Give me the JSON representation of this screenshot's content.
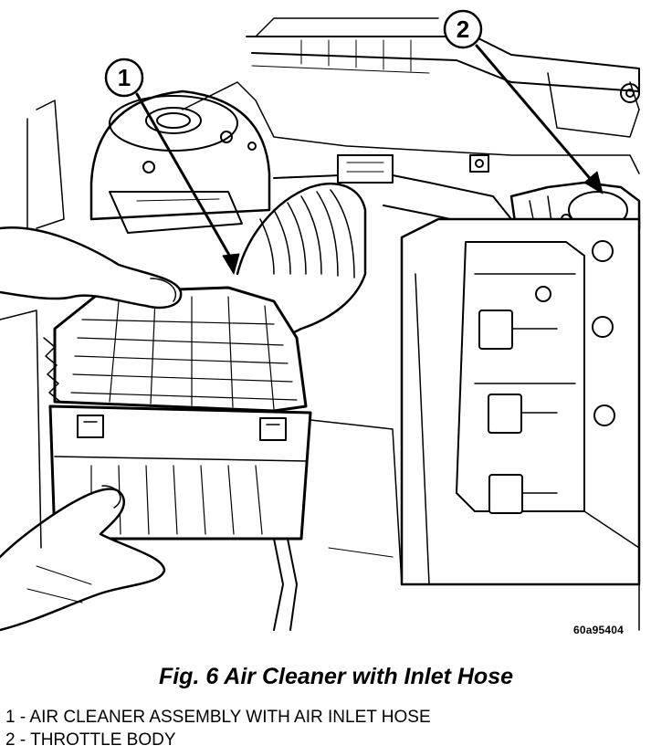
{
  "figure": {
    "reference_code": "60a95404",
    "caption": "Fig. 6 Air Cleaner with Inlet Hose",
    "callouts": [
      {
        "number": "1",
        "label": "AIR CLEANER ASSEMBLY WITH AIR INLET HOSE"
      },
      {
        "number": "2",
        "label": "THROTTLE BODY"
      }
    ],
    "legend": [
      "1 - AIR CLEANER ASSEMBLY WITH AIR INLET HOSE",
      "2 - THROTTLE BODY"
    ]
  }
}
